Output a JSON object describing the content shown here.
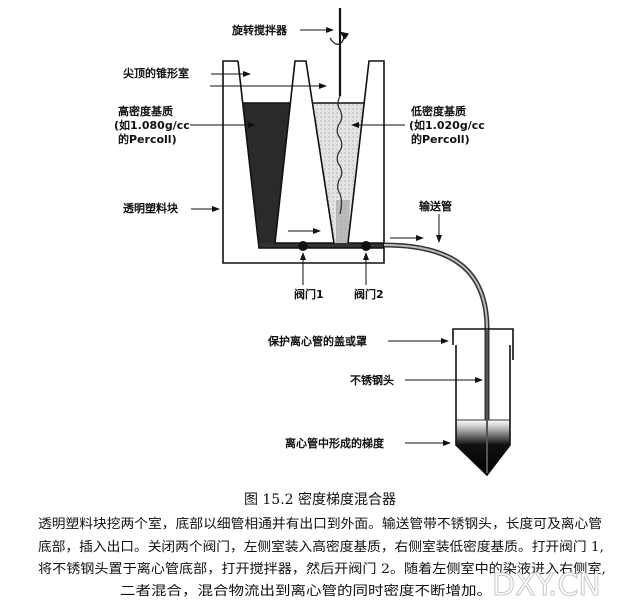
{
  "labels": {
    "stirrer": "旋转搅拌器",
    "cone_chamber": "尖顶的锥形室",
    "high_density": [
      "高密度基质",
      "(如1.080g/cc",
      "的Percoll)"
    ],
    "low_density": [
      "低密度基质",
      "(如1.020g/cc",
      "的Percoll)"
    ],
    "block": "透明塑料块",
    "delivery_tube": "输送管",
    "valve1": "阀门1",
    "valve2": "阀门2",
    "cap": "保护离心管的盖或罩",
    "steel_tip": "不锈钢头",
    "gradient": "离心管中形成的梯度"
  },
  "caption": {
    "title": "图 15.2   密度梯度混合器",
    "lines": [
      "透明塑料块挖两个室，底部以细管相通并有出口到外面。输送管带不锈钢头，长度可及离心管",
      "底部，插入出口。关闭两个阀门，左侧室装入高密度基质，右侧室装低密度基质。打开阀门 1,",
      "将不锈钢头置于离心管底部，打开搅拌器，然后开阀门 2。随着左侧室中的染液进入右侧室,",
      "二者混合，混合物流出到离心管的同时密度不断增加。"
    ]
  },
  "watermark": "DXY.CN",
  "colors": {
    "ink": "#111111",
    "high_density_fill": "#2a2a2a",
    "low_density_fill": "#d8d8d8"
  }
}
